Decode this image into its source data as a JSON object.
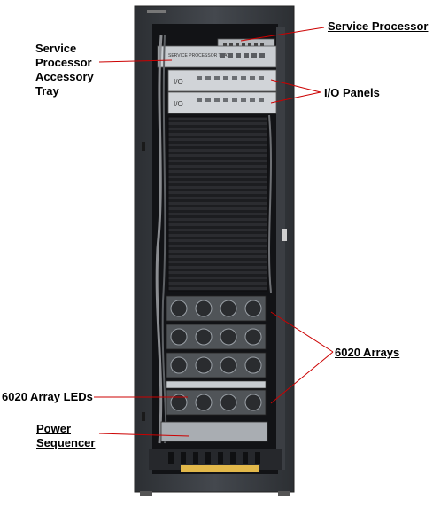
{
  "labels": {
    "service_processor": "Service Processor",
    "service_processor_accessory_tray": "Service\nProcessor\nAccessory\nTray",
    "io_panels": "I/O Panels",
    "arrays_6020": "6020 Arrays",
    "array_leds_6020": "6020 Array LEDs",
    "power_sequencer": "Power\nSequencer"
  },
  "tray_faceplate": "SERVICE PROCESSOR TRAY",
  "io_panel_labels": [
    "I/O",
    "I/O"
  ],
  "colors": {
    "callout_line": "#cc0000",
    "cabinet": "#3a3d42",
    "interior": "#121316"
  }
}
